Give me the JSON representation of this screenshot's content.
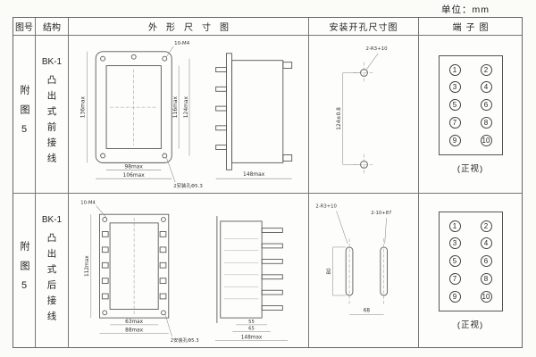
{
  "unit_label": "单位：mm",
  "headers": {
    "fig_no": "图号",
    "structure": "结构",
    "outline": "外形尺寸图",
    "mounting": "安装开孔尺寸图",
    "terminal": "端子图"
  },
  "rows": [
    {
      "fig_no": "附图5",
      "model": "BK-1",
      "structure_desc": "凸出式前接线",
      "outline_dims": {
        "thread": "10-M4",
        "left_height": "136max",
        "inner_height": "116max",
        "right_height": "124max",
        "inner_width": "98max",
        "outer_width": "106max",
        "mount_holes": "2安装孔Φ5.3",
        "side_width": "148max"
      },
      "mounting_dims": {
        "hole": "2-R3+10",
        "vertical_spacing": "124±0.8"
      },
      "terminal": {
        "left_column": [
          "1",
          "3",
          "5",
          "7",
          "9"
        ],
        "right_column": [
          "2",
          "4",
          "6",
          "8",
          "10"
        ],
        "caption": "(正视)"
      }
    },
    {
      "fig_no": "附图5",
      "model": "BK-1",
      "structure_desc": "凸出式后接线",
      "outline_dims": {
        "thread": "10-M4",
        "left_height": "112max",
        "inner_width": "63max",
        "outer_width": "88max",
        "mount_holes": "2安装孔Φ5.3",
        "pin_length": "55",
        "pin_depth": "65",
        "side_width": "148max"
      },
      "mounting_dims": {
        "slot": "2-R3+10",
        "slot2": "2-10+87",
        "slot_height": "80",
        "slot_spacing": "68"
      },
      "terminal": {
        "left_column": [
          "1",
          "3",
          "5",
          "7",
          "9"
        ],
        "right_column": [
          "2",
          "4",
          "6",
          "8",
          "10"
        ],
        "caption": "(正视)"
      }
    }
  ]
}
